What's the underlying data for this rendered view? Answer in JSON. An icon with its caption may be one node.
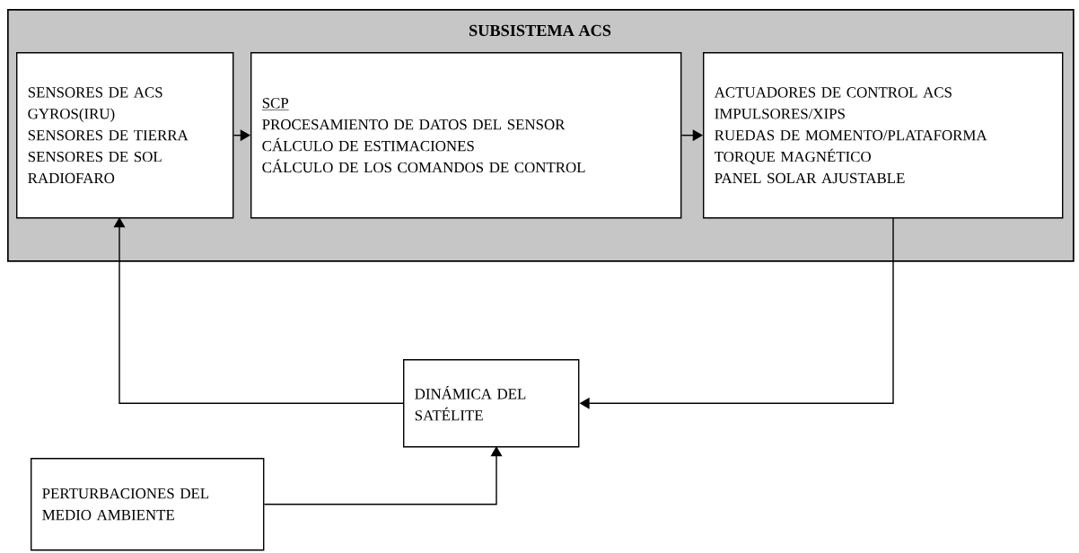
{
  "diagram": {
    "nodes": [
      {
        "text": [
          "SUBSISTEMA ACS"
        ]
      },
      {
        "text": [
          "SENSORES DE ACS",
          "GYROS(IRU)",
          "SENSORES DE TIERRA",
          "SENSORES DE SOL",
          "RADIOFARO"
        ],
        "in": 0
      },
      {
        "text": [
          "SCP",
          "PROCESAMIENTO DE DATOS DEL SENSOR",
          "CÁLCULO DE ESTIMACIONES",
          "CÁLCULO DE LOS COMANDOS DE CONTROL"
        ],
        "in": 0
      },
      {
        "text": [
          "ACTUADORES DE CONTROL ACS",
          "IMPULSORES/XIPS",
          "RUEDAS DE MOMENTO/PLATAFORMA",
          "TORQUE MAGNÉTICO",
          "PANEL SOLAR AJUSTABLE"
        ],
        "in": 0
      },
      {
        "text": [
          "DINÁMICA DEL SATÉLITE"
        ]
      },
      {
        "text": [
          "PERTURBACIONES DEL MEDIO AMBIENTE"
        ]
      }
    ],
    "edges": [
      {
        "from": 1,
        "to": 2,
        "arrow": "to"
      },
      {
        "from": 2,
        "to": 3,
        "arrow": "to"
      },
      {
        "from": 3,
        "to": 4,
        "arrow": "to"
      },
      {
        "from": 4,
        "to": 1,
        "arrow": "to"
      },
      {
        "from": 5,
        "to": 4,
        "arrow": "to"
      }
    ]
  }
}
